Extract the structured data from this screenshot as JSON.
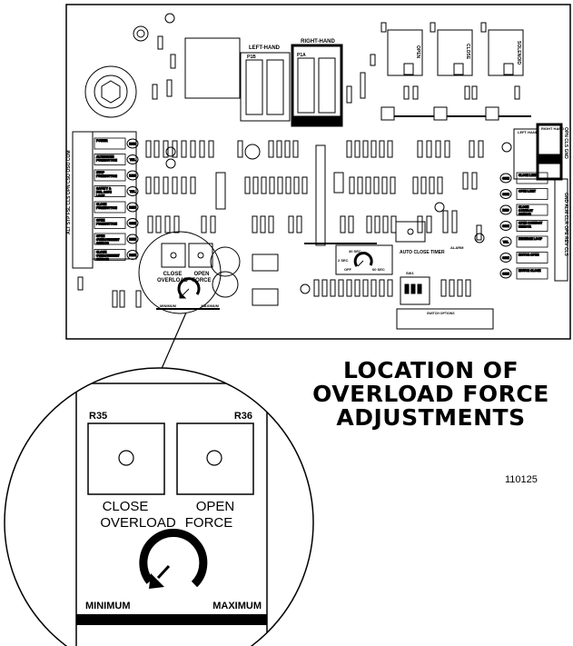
{
  "board": {
    "connectors": {
      "left_hand": "LEFT-HAND",
      "right_hand": "RIGHT-HAND",
      "p1b": "P1B",
      "p1a": "P1A",
      "left_hand_side": "LEFT HAND",
      "right_hand_side": "RIGHT HAND"
    },
    "relays": [
      "OPEN",
      "CLOSE",
      "SOLENOID"
    ],
    "left_indicators": [
      {
        "label": "POWER",
        "color": "RED"
      },
      {
        "label": "ALTERNATE PUSHBUTTON",
        "color": "YEL"
      },
      {
        "label": "STOP PUSHBUTTON",
        "color": "RED"
      },
      {
        "label": "SAFETY & FAIL SAFE LOOP",
        "color": "YEL"
      },
      {
        "label": "CLOSE PUSHBUTTON",
        "color": "RED"
      },
      {
        "label": "OPEN PUSHBUTTON",
        "color": "GRN"
      },
      {
        "label": "OPEN OVERCURRENT SENSOR",
        "color": "RED"
      },
      {
        "label": "CLOSE OVERCURRENT SENSOR",
        "color": "RED"
      }
    ],
    "right_indicators": [
      {
        "label": "CLOSE LIMIT",
        "color": "GRN"
      },
      {
        "label": "OPEN LIMIT",
        "color": "GRN"
      },
      {
        "label": "CLOSE CONTACT SENSOR",
        "color": "RED"
      },
      {
        "label": "OPEN CONTACT SENSOR",
        "color": "GRN"
      },
      {
        "label": "REVERSE LOOP",
        "color": "YEL"
      },
      {
        "label": "MOTOR OPEN",
        "color": "GRN"
      },
      {
        "label": "MOTOR CLOSE",
        "color": "GRN"
      }
    ],
    "left_terminal": "ALT STP FSL CLS OPN CSO OSO COM",
    "right_terminal_top": "OPN CLS GND",
    "right_terminal_bottom": "GND ALM CLR OPE REV CLS",
    "small_close": "CLOSE",
    "small_overload": "OVERLOAD",
    "small_open": "OPEN",
    "small_force": "FORCE",
    "small_minimum": "MINIMUM",
    "small_maximum": "MAXIMUM",
    "timer_30": "30 SEC",
    "timer_2": "2 SEC",
    "timer_off": "OFF",
    "timer_60": "60 SEC",
    "auto_close_timer": "AUTO CLOSE TIMER",
    "alarm": "ALARM",
    "sw1": "SW1",
    "switch_options": "SWITCH OPTIONS"
  },
  "zoom": {
    "r35": "R35",
    "r36": "R36",
    "close": "CLOSE",
    "overload": "OVERLOAD",
    "open": "OPEN",
    "force": "FORCE",
    "minimum": "MINIMUM",
    "maximum": "MAXIMUM"
  },
  "title_lines": [
    "LOCATION OF",
    "OVERLOAD FORCE",
    "ADJUSTMENTS"
  ],
  "doc_number": "110125"
}
